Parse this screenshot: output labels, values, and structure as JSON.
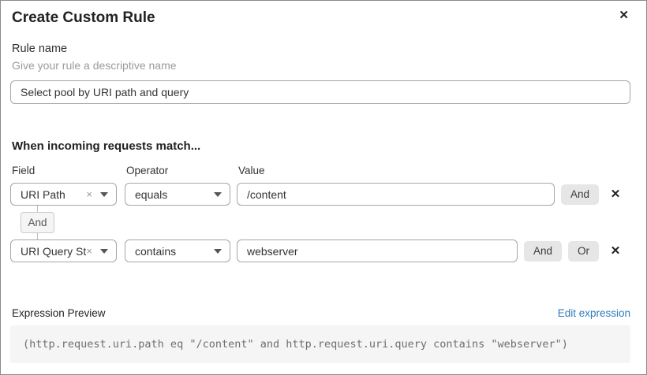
{
  "dialog": {
    "title": "Create Custom Rule"
  },
  "icons": {
    "close": "✕",
    "remove": "✕",
    "clear": "×"
  },
  "rule_name": {
    "label": "Rule name",
    "helper": "Give your rule a descriptive name",
    "value": "Select pool by URI path and query"
  },
  "match_section": {
    "heading": "When incoming requests match...",
    "columns": {
      "field": "Field",
      "operator": "Operator",
      "value": "Value"
    },
    "connector": "And",
    "rows": [
      {
        "field": "URI Path",
        "operator": "equals",
        "value": "/content",
        "and_label": "And"
      },
      {
        "field": "URI Query St...",
        "operator": "contains",
        "value": "webserver",
        "and_label": "And",
        "or_label": "Or"
      }
    ]
  },
  "expression": {
    "label": "Expression Preview",
    "edit_link": "Edit expression",
    "code": "(http.request.uri.path eq \"/content\" and http.request.uri.query contains \"webserver\")"
  },
  "colors": {
    "link": "#2e7cbe",
    "button_bg": "#e6e6e6",
    "code_bg": "#f5f5f5",
    "border": "#a6a6a6"
  }
}
